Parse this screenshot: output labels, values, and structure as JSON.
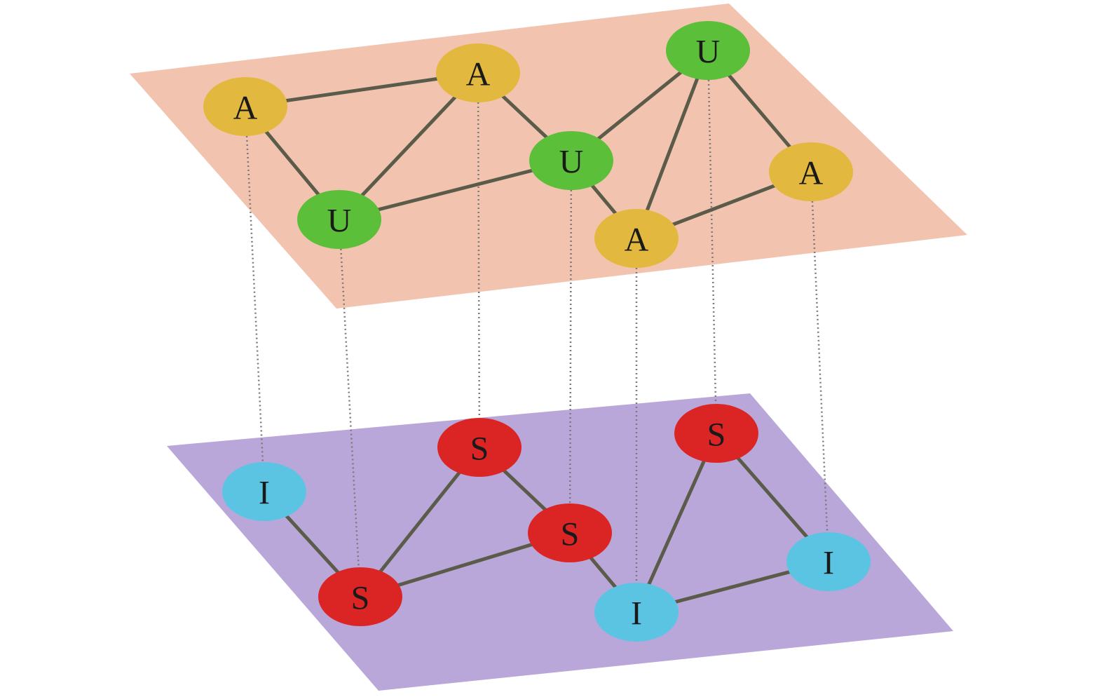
{
  "colors": {
    "top_plane": "#f2c4b0",
    "bottom_plane": "#b9a7d9",
    "A": "#e3b83e",
    "U": "#5cbf3a",
    "S": "#db2525",
    "I": "#5bc4e3",
    "edge": "#5b5b4a",
    "link": "#7a7a7a"
  },
  "top_layer": {
    "nodes": [
      {
        "id": "t1",
        "label": "A"
      },
      {
        "id": "t2",
        "label": "A"
      },
      {
        "id": "t3",
        "label": "U"
      },
      {
        "id": "t4",
        "label": "U"
      },
      {
        "id": "t5",
        "label": "U"
      },
      {
        "id": "t6",
        "label": "A"
      },
      {
        "id": "t7",
        "label": "A"
      }
    ],
    "edges": [
      [
        "t1",
        "t2"
      ],
      [
        "t1",
        "t4"
      ],
      [
        "t2",
        "t4"
      ],
      [
        "t2",
        "t5"
      ],
      [
        "t4",
        "t5"
      ],
      [
        "t5",
        "t3"
      ],
      [
        "t5",
        "t7"
      ],
      [
        "t3",
        "t7"
      ],
      [
        "t3",
        "t6"
      ],
      [
        "t7",
        "t6"
      ]
    ]
  },
  "bottom_layer": {
    "nodes": [
      {
        "id": "b1",
        "label": "I"
      },
      {
        "id": "b2",
        "label": "S"
      },
      {
        "id": "b3",
        "label": "S"
      },
      {
        "id": "b4",
        "label": "S"
      },
      {
        "id": "b5",
        "label": "S"
      },
      {
        "id": "b6",
        "label": "I"
      },
      {
        "id": "b7",
        "label": "I"
      }
    ],
    "edges": [
      [
        "b1",
        "b4"
      ],
      [
        "b4",
        "b2"
      ],
      [
        "b2",
        "b5"
      ],
      [
        "b4",
        "b5"
      ],
      [
        "b5",
        "b6"
      ],
      [
        "b6",
        "b3"
      ],
      [
        "b6",
        "b7"
      ],
      [
        "b3",
        "b7"
      ]
    ]
  },
  "interlayer_links": [
    [
      "t1",
      "b1"
    ],
    [
      "t4",
      "b4"
    ],
    [
      "t2",
      "b2"
    ],
    [
      "t5",
      "b5"
    ],
    [
      "t7",
      "b6"
    ],
    [
      "t3",
      "b3"
    ],
    [
      "t6",
      "b7"
    ]
  ]
}
